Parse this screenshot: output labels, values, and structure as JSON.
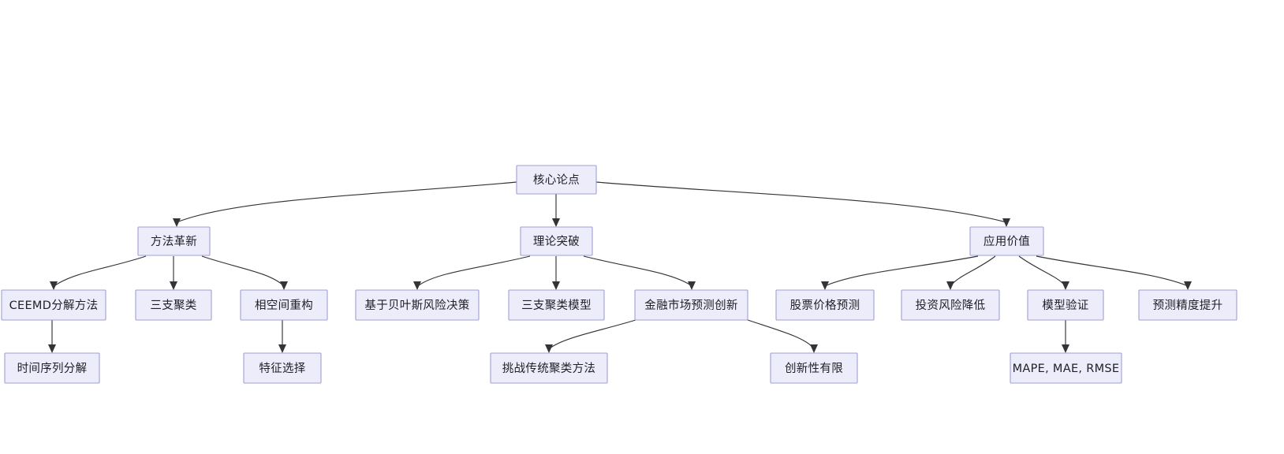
{
  "diagram": {
    "type": "flowchart",
    "orientation": "top-down",
    "background_color": "#ffffff",
    "node_fill_color": "#ececfb",
    "node_border_color": "#9f9fd4",
    "edge_color": "#333338",
    "text_color": "#1f1f26",
    "nodes": {
      "root": {
        "label": "核心论点"
      },
      "l1_a": {
        "label": "方法革新"
      },
      "l1_b": {
        "label": "理论突破"
      },
      "l1_c": {
        "label": "应用价值"
      },
      "l2_a1": {
        "label": "CEEMD分解方法"
      },
      "l2_a2": {
        "label": "三支聚类"
      },
      "l2_a3": {
        "label": "相空间重构"
      },
      "l2_b1": {
        "label": "基于贝叶斯风险决策"
      },
      "l2_b2": {
        "label": "三支聚类模型"
      },
      "l2_b3": {
        "label": "金融市场预测创新"
      },
      "l2_c1": {
        "label": "股票价格预测"
      },
      "l2_c2": {
        "label": "投资风险降低"
      },
      "l2_c3": {
        "label": "模型验证"
      },
      "l2_c4": {
        "label": "预测精度提升"
      },
      "l3_a1": {
        "label": "时间序列分解"
      },
      "l3_a3": {
        "label": "特征选择"
      },
      "l3_b3a": {
        "label": "挑战传统聚类方法"
      },
      "l3_b3b": {
        "label": "创新性有限"
      },
      "l3_c3": {
        "label": "MAPE, MAE, RMSE"
      }
    },
    "edges": [
      {
        "from": "root",
        "to": "l1_a"
      },
      {
        "from": "root",
        "to": "l1_b"
      },
      {
        "from": "root",
        "to": "l1_c"
      },
      {
        "from": "l1_a",
        "to": "l2_a1"
      },
      {
        "from": "l1_a",
        "to": "l2_a2"
      },
      {
        "from": "l1_a",
        "to": "l2_a3"
      },
      {
        "from": "l1_b",
        "to": "l2_b1"
      },
      {
        "from": "l1_b",
        "to": "l2_b2"
      },
      {
        "from": "l1_b",
        "to": "l2_b3"
      },
      {
        "from": "l1_c",
        "to": "l2_c1"
      },
      {
        "from": "l1_c",
        "to": "l2_c2"
      },
      {
        "from": "l1_c",
        "to": "l2_c3"
      },
      {
        "from": "l1_c",
        "to": "l2_c4"
      },
      {
        "from": "l2_a1",
        "to": "l3_a1"
      },
      {
        "from": "l2_a3",
        "to": "l3_a3"
      },
      {
        "from": "l2_b3",
        "to": "l3_b3a"
      },
      {
        "from": "l2_b3",
        "to": "l3_b3b"
      },
      {
        "from": "l2_c3",
        "to": "l3_c3"
      }
    ]
  }
}
